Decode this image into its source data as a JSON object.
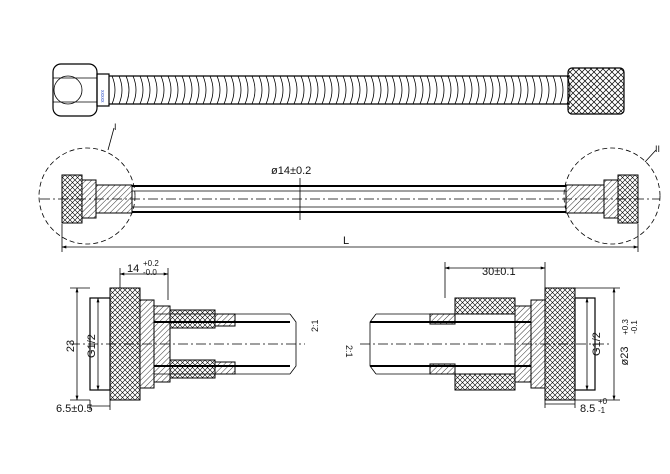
{
  "view_top": {
    "brand_text": "xxxxx"
  },
  "view_middle": {
    "detail_left_label": "I",
    "detail_right_label": "II",
    "diameter_dim": "ø14±0.2",
    "length_dim": "L"
  },
  "detail_left": {
    "top_dim": "14",
    "top_tol_upper": "+0.2",
    "top_tol_lower": "-0.0",
    "height_dim": "23",
    "thread_label": "G1/2",
    "bottom_dim": "6.5±0.5",
    "scale_label": "2:1"
  },
  "detail_right": {
    "top_dim": "30±0.1",
    "thread_label": "G1/2",
    "diameter_dim": "ø23",
    "diameter_tol_upper": "+0.3",
    "diameter_tol_lower": "-0.1",
    "bottom_dim": "8.5",
    "bottom_tol_upper": "+0",
    "bottom_tol_lower": "-1",
    "scale_label": "2:1"
  }
}
